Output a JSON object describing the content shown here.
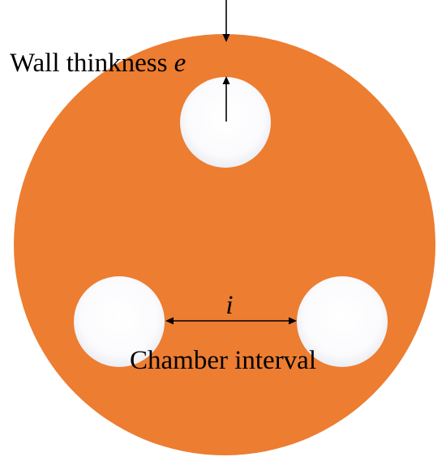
{
  "diagram": {
    "colors": {
      "disk": "#ED7D31",
      "hole": "#FFFFFF",
      "hole_shade": "#E8EAF0",
      "annotation": "#000000"
    },
    "labels": {
      "wall_thickness_text": "Wall thinkness",
      "wall_thickness_symbol": "e",
      "chamber_interval_text": "Chamber interval",
      "chamber_interval_symbol": "i"
    }
  }
}
